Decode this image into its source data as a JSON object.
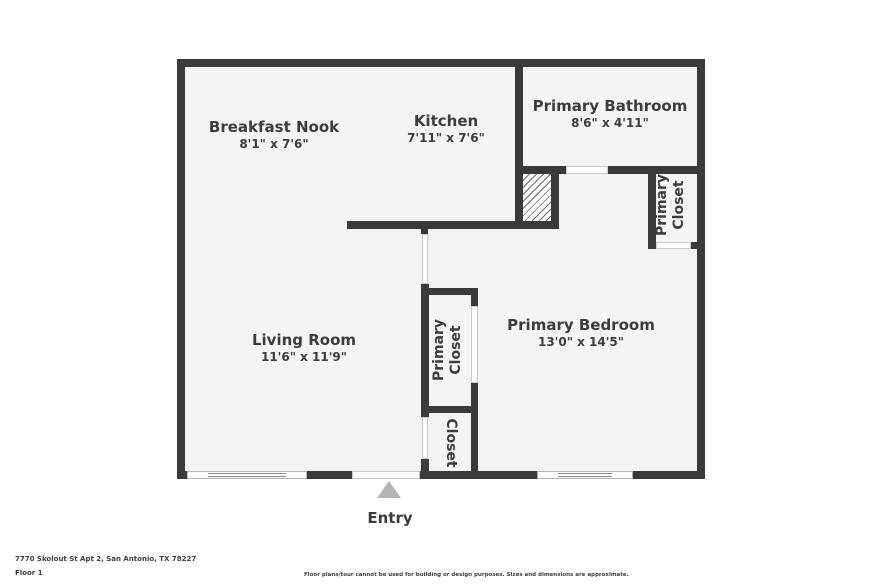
{
  "floor_plan": {
    "rooms": [
      {
        "name": "Breakfast Nook",
        "dimensions": "8'1\" x 7'6\""
      },
      {
        "name": "Kitchen",
        "dimensions": "7'11\" x 7'6\""
      },
      {
        "name": "Primary Bathroom",
        "dimensions": "8'6\" x 4'11\""
      },
      {
        "name": "Living Room",
        "dimensions": "11'6\" x 11'9\""
      },
      {
        "name": "Primary Bedroom",
        "dimensions": "13'0\" x 14'5\""
      }
    ],
    "closets": [
      {
        "line1": "Primary",
        "line2": "Closet",
        "location": "bedroom-right"
      },
      {
        "line1": "Primary",
        "line2": "Closet",
        "location": "center"
      },
      {
        "line1": "Closet",
        "location": "center-lower"
      }
    ],
    "entry_label": "Entry"
  },
  "footer": {
    "address": "7770 Skolout St Apt 2, San Antonio, TX 78227",
    "floor": "Floor 1",
    "disclaimer": "Floor plans/tour cannot be used for building or design purposes. Sizes and dimensions are approximate."
  },
  "colors": {
    "wall": "#3a3a3a",
    "floor": "#f4f4f4",
    "entry_arrow": "#b3b3b3",
    "text": "#3c3c3c"
  }
}
